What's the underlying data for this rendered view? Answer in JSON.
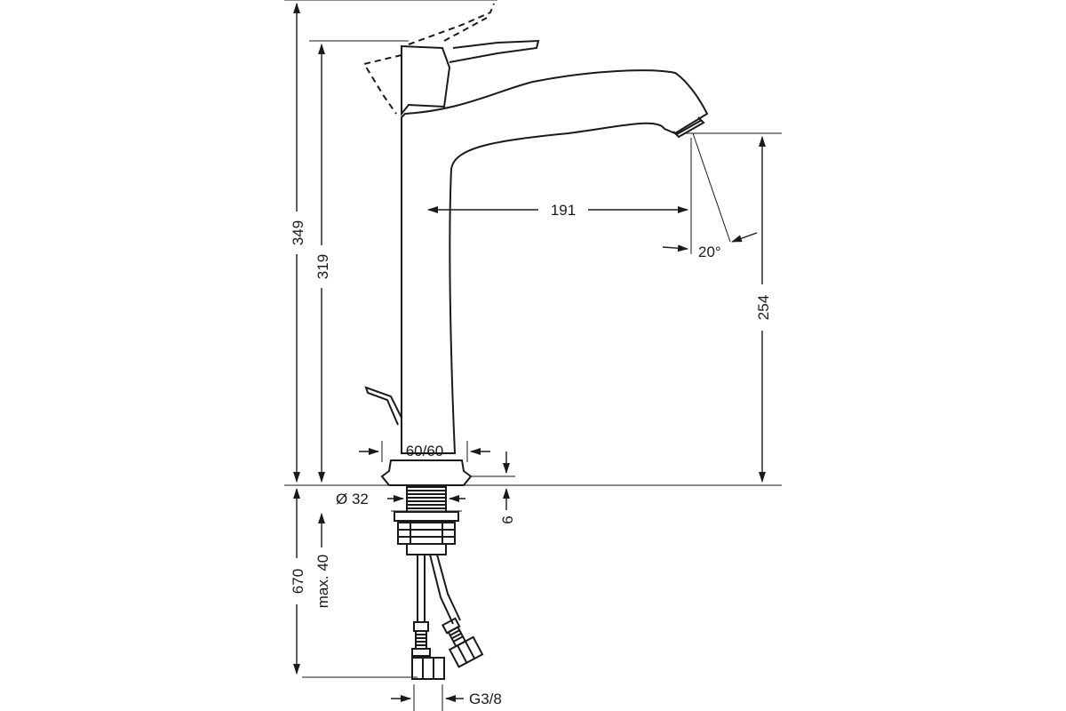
{
  "dimensions": {
    "total_height": "349",
    "body_height": "319",
    "spout_reach": "191",
    "spout_angle": "20°",
    "spout_outlet_height": "254",
    "base_size": "60/60",
    "base_thickness": "6",
    "shank_diameter": "Ø 32",
    "supply_hose_length": "670",
    "max_counter_thickness": "max. 40",
    "connection_thread": "G3/8"
  },
  "colors": {
    "line": "#1a1a1a",
    "background": "#ffffff"
  }
}
